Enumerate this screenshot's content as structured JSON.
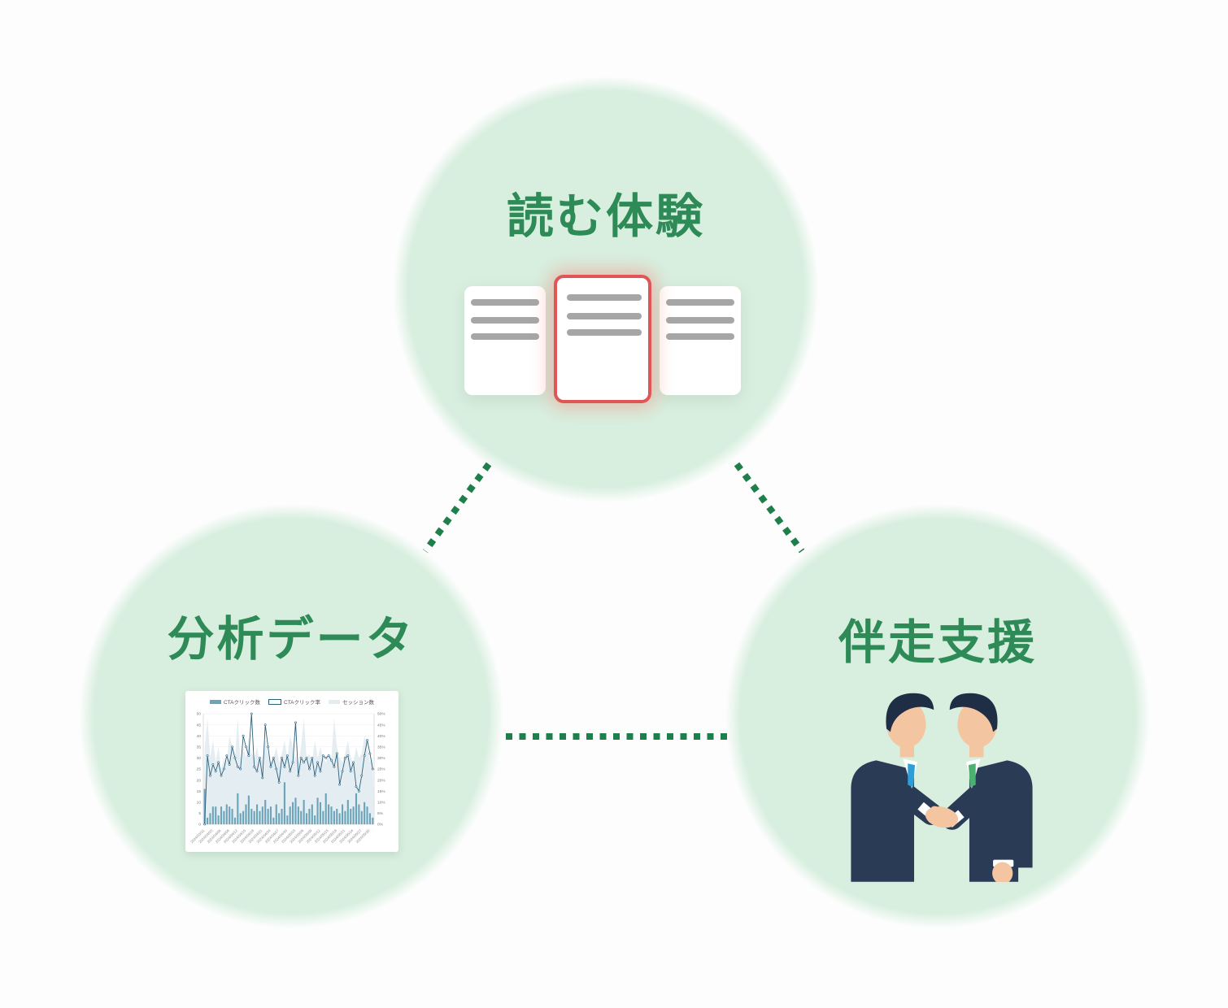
{
  "page": {
    "background": "#fdfdfd"
  },
  "colors": {
    "page_bg": "#fdfdfd",
    "accent_green": "#2e8b57",
    "connector_green": "#1f7f4b",
    "circle_fill": "#d8efdf",
    "card_red": "#e05656",
    "card_line": "#a6a6a6",
    "chart_bar": "#6ba3b8",
    "chart_line": "#2b607c",
    "chart_area": "#e3ecf1",
    "suit": "#2a3b55",
    "hair": "#1f2d45",
    "skin": "#f3c6a1",
    "tie_blue": "#2d9fd6",
    "tie_green": "#4cb070"
  },
  "circles": {
    "reading": {
      "title": "読む体験"
    },
    "analytics": {
      "title": "分析データ"
    },
    "support": {
      "title": "伴走支援"
    }
  },
  "illustrations": {
    "reading": "document-cards-illustration",
    "analytics": "analytics-chart-illustration",
    "support": "handshake-illustration"
  },
  "chart_data": {
    "type": "combo",
    "title": "",
    "legend": [
      {
        "label": "CTAクリック数",
        "type": "bar"
      },
      {
        "label": "CTAクリック率",
        "type": "line"
      },
      {
        "label": "セッション数",
        "type": "area"
      }
    ],
    "left_axis": {
      "min": 0,
      "max": 50,
      "step": 5,
      "suffix": ""
    },
    "right_axis": {
      "min": 0,
      "max": 50,
      "step": 5,
      "suffix": "%"
    },
    "grid": true,
    "legend_position": "top",
    "x_labels": [
      "2024/03/31",
      "2024/04/03",
      "2024/04/06",
      "2024/04/09",
      "2024/04/12",
      "2024/04/15",
      "2024/04/18",
      "2024/04/21",
      "2024/04/24",
      "2024/04/27",
      "2024/04/30",
      "2024/05/03",
      "2024/05/06",
      "2024/05/09",
      "2024/05/12",
      "2024/05/15",
      "2024/05/18",
      "2024/05/21",
      "2024/05/24",
      "2024/05/27",
      "2024/05/30"
    ],
    "series": [
      {
        "name": "セッション数",
        "type": "area",
        "axis": "left",
        "values": [
          34,
          48,
          30,
          38,
          28,
          35,
          25,
          30,
          28,
          40,
          35,
          30,
          48,
          28,
          35,
          30,
          40,
          32,
          30,
          35,
          28,
          30,
          38,
          32,
          28,
          30,
          35,
          28,
          32,
          38,
          30,
          40,
          35,
          30,
          28,
          35,
          48,
          30,
          32,
          28,
          38,
          30,
          35,
          30,
          28,
          32,
          30,
          48,
          35,
          30,
          28,
          32,
          38,
          30,
          28,
          35,
          30,
          32,
          40,
          35,
          28,
          30
        ]
      },
      {
        "name": "CTAクリック数",
        "type": "bar",
        "axis": "left",
        "values": [
          16,
          3,
          5,
          8,
          8,
          4,
          8,
          6,
          9,
          8,
          7,
          3,
          14,
          5,
          6,
          9,
          13,
          7,
          6,
          9,
          6,
          8,
          11,
          7,
          8,
          3,
          9,
          5,
          7,
          19,
          4,
          8,
          10,
          12,
          8,
          6,
          11,
          5,
          7,
          9,
          4,
          12,
          10,
          6,
          14,
          9,
          8,
          6,
          7,
          5,
          9,
          6,
          11,
          7,
          8,
          14,
          9,
          6,
          10,
          8,
          5,
          3
        ]
      },
      {
        "name": "CTAクリック率",
        "type": "line",
        "axis": "right",
        "values": [
          0,
          31,
          22,
          27,
          24,
          28,
          22,
          25,
          31,
          27,
          35,
          30,
          26,
          25,
          40,
          35,
          31,
          50,
          26,
          24,
          30,
          21,
          45,
          35,
          26,
          30,
          25,
          19,
          30,
          26,
          31,
          24,
          28,
          46,
          22,
          30,
          28,
          30,
          25,
          30,
          22,
          28,
          24,
          31,
          30,
          31,
          29,
          26,
          32,
          18,
          24,
          30,
          31,
          24,
          28,
          17,
          15,
          22,
          31,
          38,
          32,
          25
        ]
      }
    ]
  }
}
